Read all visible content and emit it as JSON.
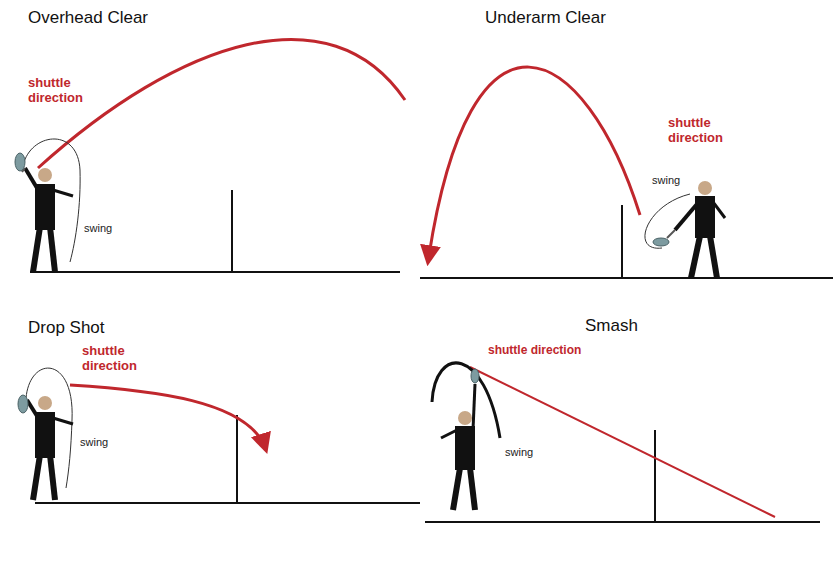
{
  "diagram": {
    "labels": [
      "Overhead Clear",
      "shuttle direction",
      "swing",
      "Underarm Clear",
      "shuttle direction",
      "swing",
      "Drop Shot",
      "shuttle direction",
      "swing",
      "Smash",
      "shuttle direction",
      "swing"
    ]
  }
}
